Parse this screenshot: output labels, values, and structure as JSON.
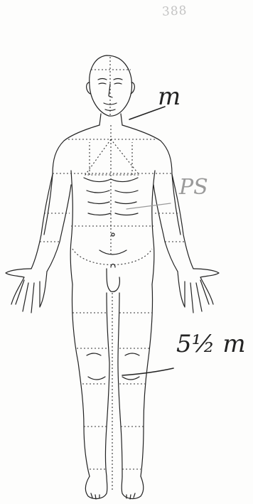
{
  "page": {
    "number": "388"
  },
  "annotations": {
    "neck": "m",
    "abdomen": "PS",
    "knee": "5½ m"
  },
  "colors": {
    "ink": "#222222",
    "pencil": "#9a9a9a",
    "paper": "#fdfdfc"
  }
}
